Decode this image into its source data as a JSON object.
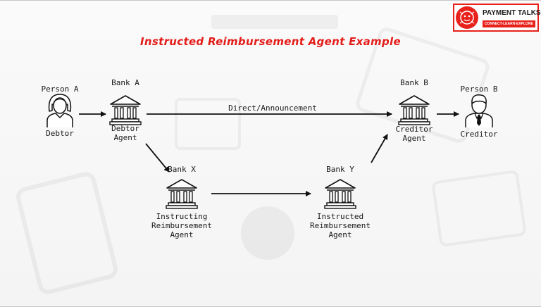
{
  "title": "Instructed Reimbursement Agent Example",
  "logo": {
    "name": "PAYMENT TALKS",
    "tagline": "CONNECT-LEARN-EXPLORE"
  },
  "nodes": {
    "person_a": {
      "top": "Person A",
      "bottom": "Debtor"
    },
    "bank_a": {
      "top": "Bank A",
      "bottom": "Debtor\nAgent"
    },
    "bank_b": {
      "top": "Bank B",
      "bottom": "Creditor\nAgent"
    },
    "person_b": {
      "top": "Person B",
      "bottom": "Creditor"
    },
    "bank_x": {
      "top": "Bank X",
      "bottom": "Instructing\nReimbursement\nAgent"
    },
    "bank_y": {
      "top": "Bank Y",
      "bottom": "Instructed\nReimbursement\nAgent"
    }
  },
  "edges": {
    "direct_label": "Direct/Announcement"
  },
  "colors": {
    "accent": "#e31d1a",
    "line": "#111111",
    "background": "#f6f6f6"
  }
}
